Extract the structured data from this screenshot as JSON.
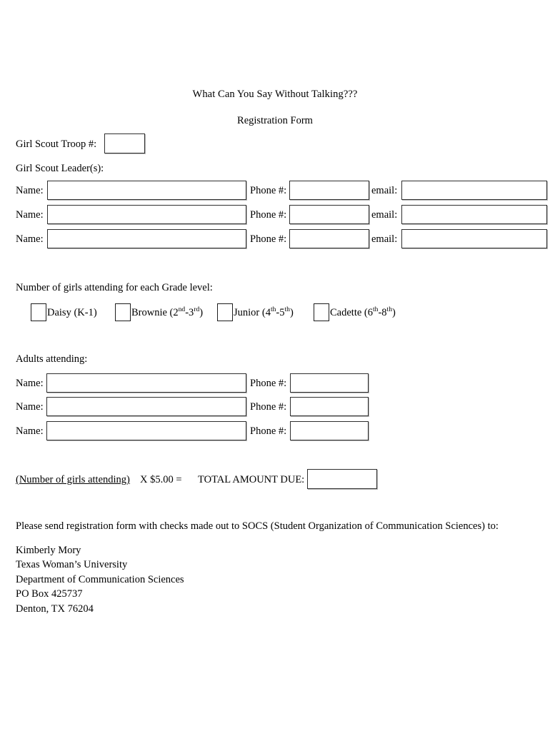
{
  "document": {
    "title": "What Can You Say Without Talking???",
    "subtitle": "Registration Form"
  },
  "troop": {
    "label": "Girl Scout Troop #:",
    "value": "",
    "placeholder": ""
  },
  "leaders": {
    "heading": "Girl Scout Leader(s):",
    "name_label": "Name:",
    "phone_label": "Phone #:",
    "email_label": "email:",
    "rows": [
      {
        "name": "",
        "phone": "",
        "email": ""
      },
      {
        "name": "",
        "phone": "",
        "email": ""
      },
      {
        "name": "",
        "phone": "",
        "email": ""
      }
    ]
  },
  "grades": {
    "heading": "Number of girls attending for each Grade level:",
    "options": [
      {
        "label_prefix": "Daisy (K-1)",
        "sup1": "",
        "mid": "",
        "sup2": "",
        "suffix": "",
        "checked": false
      },
      {
        "label_prefix": "Brownie (2",
        "sup1": "nd",
        "mid": "-3",
        "sup2": "rd",
        "suffix": ")",
        "checked": false
      },
      {
        "label_prefix": "Junior (4",
        "sup1": "th",
        "mid": "-5",
        "sup2": "th",
        "suffix": ")",
        "checked": false
      },
      {
        "label_prefix": "Cadette (6",
        "sup1": "th",
        "mid": "-8",
        "sup2": "th",
        "suffix": ")",
        "checked": false
      }
    ]
  },
  "adults": {
    "heading": "Adults attending:",
    "name_label": "Name:",
    "phone_label": "Phone #:",
    "rows": [
      {
        "name": "",
        "phone": ""
      },
      {
        "name": "",
        "phone": ""
      },
      {
        "name": "",
        "phone": ""
      }
    ]
  },
  "total": {
    "count_label": "(Number of girls attending)",
    "formula": "X  $5.00 =",
    "due_label": "TOTAL AMOUNT DUE:",
    "value": ""
  },
  "instructions": {
    "text": "Please send registration form with checks made out to SOCS (Student Organization of Communication Sciences) to:"
  },
  "address": {
    "lines": [
      "Kimberly Mory",
      "Texas Woman’s University",
      "Department of Communication Sciences",
      "PO Box 425737",
      "Denton, TX 76204"
    ]
  }
}
